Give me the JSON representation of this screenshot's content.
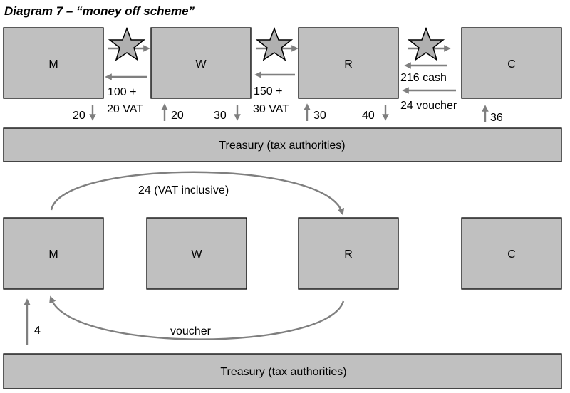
{
  "title": "Diagram 7 – “money off scheme”",
  "top": {
    "boxes": {
      "m": "M",
      "w": "W",
      "r": "R",
      "c": "C"
    },
    "flows": {
      "w_to_m_line1": "100 +",
      "w_to_m_line2": "20 VAT",
      "r_to_w_line1": "150 +",
      "r_to_w_line2": "30 VAT",
      "c_to_r_cash": "216 cash",
      "c_to_r_voucher": "24 voucher"
    },
    "tax": {
      "m_pays": "20",
      "w_reclaims": "20",
      "w_pays": "30",
      "r_reclaims": "30",
      "r_pays": "40",
      "c_reclaims": "36"
    },
    "treasury": "Treasury (tax authorities)"
  },
  "bottom": {
    "boxes": {
      "m": "M",
      "w": "W",
      "r": "R",
      "c": "C"
    },
    "m_to_r": "24 (VAT inclusive)",
    "r_to_m": "voucher",
    "treasury_to_m": "4",
    "treasury": "Treasury (tax authorities)"
  }
}
